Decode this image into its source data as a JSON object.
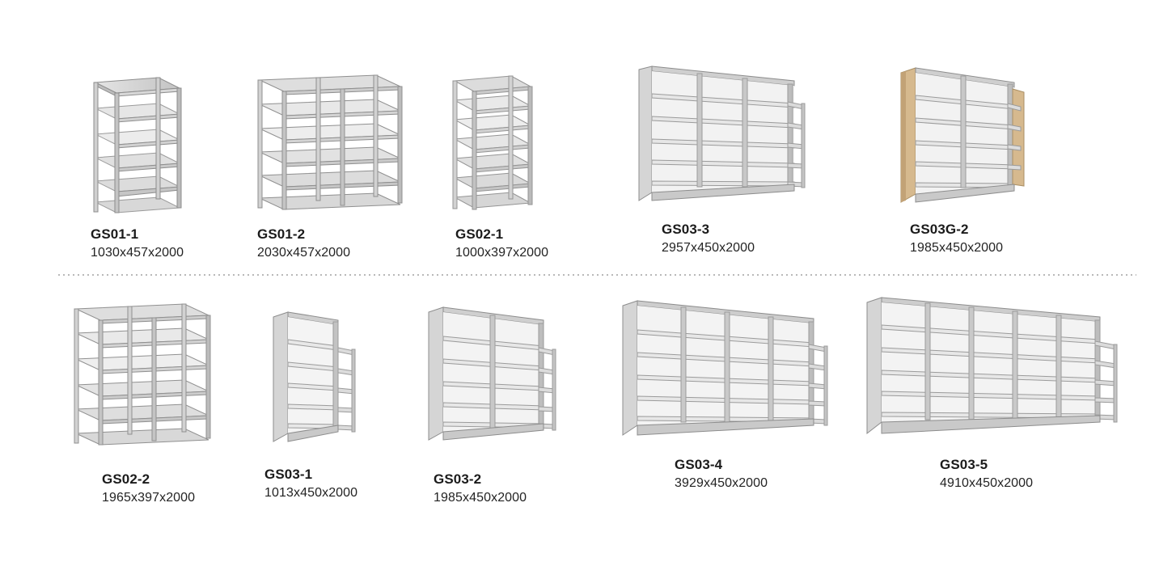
{
  "page": {
    "background_color": "#ffffff",
    "divider": {
      "style": "dotted",
      "color": "#b9b9b9"
    }
  },
  "palette": {
    "metal_light": "#e9e9e9",
    "metal_mid": "#cfcfcf",
    "metal_shade": "#b4b4b4",
    "metal_dark": "#8f8f8f",
    "metal_edge": "#6f6f6f",
    "wood": "#d6b98e",
    "wood_shade": "#c2a276"
  },
  "rows": [
    {
      "row_name": "top-row",
      "products": [
        {
          "id": "gs01-1",
          "name": "GS01-1",
          "dimensions": "1030x457x2000",
          "style": "open-frame",
          "bays": 1,
          "levels": 6
        },
        {
          "id": "gs01-2",
          "name": "GS01-2",
          "dimensions": "2030x457x2000",
          "style": "open-frame",
          "bays": 2,
          "levels": 6
        },
        {
          "id": "gs02-1",
          "name": "GS02-1",
          "dimensions": "1000x397x2000",
          "style": "open-frame",
          "bays": 1,
          "levels": 7
        },
        {
          "id": "gs03-3",
          "name": "GS03-3",
          "dimensions": "2957x450x2000",
          "style": "panel-end",
          "bays": 3,
          "levels": 5
        },
        {
          "id": "gs03g-2",
          "name": "GS03G-2",
          "dimensions": "1985x450x2000",
          "style": "panel-end-wood",
          "bays": 2,
          "levels": 5
        }
      ]
    },
    {
      "row_name": "bottom-row",
      "products": [
        {
          "id": "gs02-2",
          "name": "GS02-2",
          "dimensions": "1965x397x2000",
          "style": "open-frame",
          "bays": 2,
          "levels": 6
        },
        {
          "id": "gs03-1",
          "name": "GS03-1",
          "dimensions": "1013x450x2000",
          "style": "panel-end",
          "bays": 1,
          "levels": 5
        },
        {
          "id": "gs03-2",
          "name": "GS03-2",
          "dimensions": "1985x450x2000",
          "style": "panel-end",
          "bays": 2,
          "levels": 5
        },
        {
          "id": "gs03-4",
          "name": "GS03-4",
          "dimensions": "3929x450x2000",
          "style": "panel-end",
          "bays": 4,
          "levels": 5
        },
        {
          "id": "gs03-5",
          "name": "GS03-5",
          "dimensions": "4910x450x2000",
          "style": "panel-end",
          "bays": 5,
          "levels": 5
        }
      ]
    }
  ]
}
